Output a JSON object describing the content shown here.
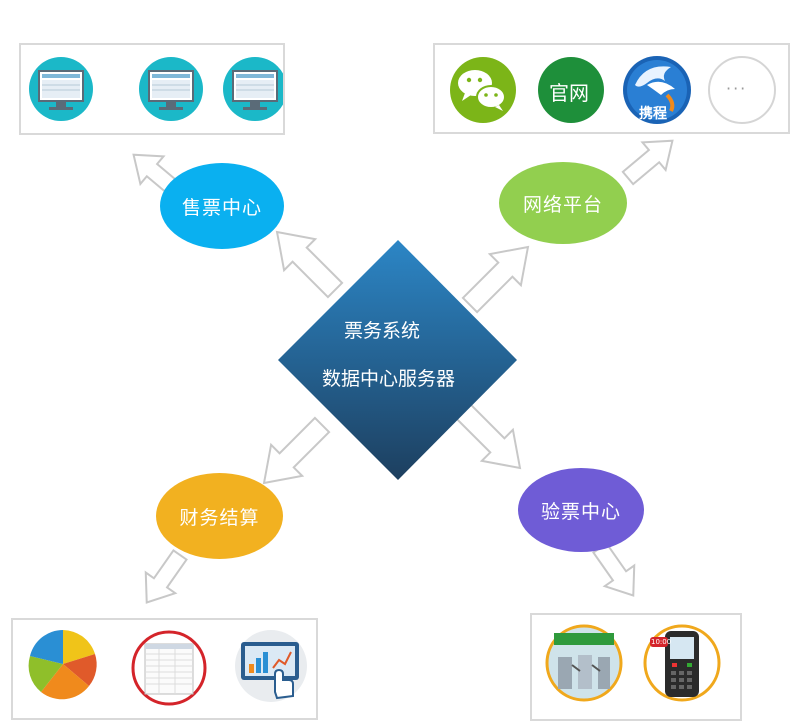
{
  "center": {
    "line1": "票务系统",
    "line2": "数据中心服务器"
  },
  "nodes": {
    "sales": {
      "label": "售票中心",
      "color": "#0ab0f0"
    },
    "network": {
      "label": "网络平台",
      "color": "#92cf4f"
    },
    "finance": {
      "label": "财务结算",
      "color": "#f2b120"
    },
    "check": {
      "label": "验票中心",
      "color": "#6f5cd6"
    }
  },
  "network_panel": {
    "items": [
      {
        "icon": "wechat-icon"
      },
      {
        "icon": "official-site-icon",
        "label": "官网"
      },
      {
        "icon": "ctrip-icon",
        "label": "携程"
      },
      {
        "icon": "more-icon",
        "label": "···"
      }
    ]
  },
  "sales_panel": {
    "items": [
      {
        "icon": "ticket-terminal-icon"
      },
      {
        "icon": "ticket-terminal-icon"
      },
      {
        "icon": "ticket-terminal-icon"
      }
    ]
  },
  "finance_panel": {
    "items": [
      {
        "icon": "pie-report-icon"
      },
      {
        "icon": "spreadsheet-report-icon"
      },
      {
        "icon": "tablet-analytics-icon"
      }
    ]
  },
  "check_panel": {
    "items": [
      {
        "icon": "turnstile-gate-icon"
      },
      {
        "icon": "handheld-scanner-icon",
        "label": "10:00"
      }
    ]
  },
  "colors": {
    "diamond_top": "#2c86c6",
    "diamond_bottom": "#1d3f5f",
    "arrow_stroke": "#c8c8c8",
    "panel_border": "#d9d9d9",
    "terminal_teal": "#1bb8c8"
  }
}
